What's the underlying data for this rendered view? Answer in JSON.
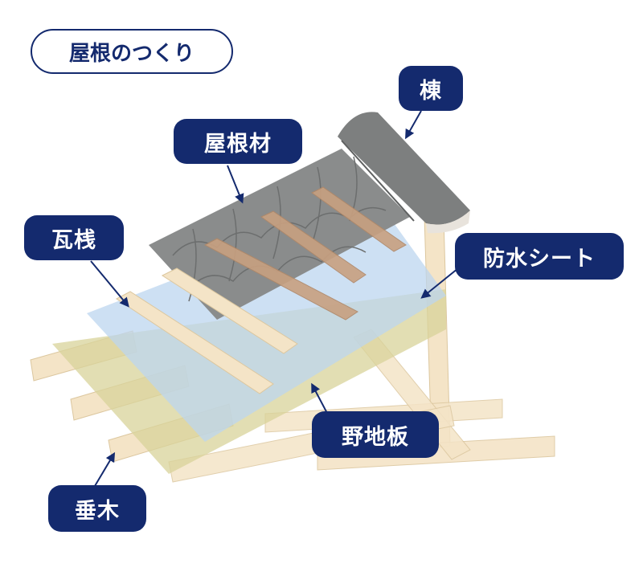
{
  "title": "屋根のつくり",
  "labels": {
    "mune": "棟",
    "yanezai": "屋根材",
    "kawarazan": "瓦桟",
    "bousui": "防水シート",
    "nojiita": "野地板",
    "taruki": "垂木"
  },
  "colors": {
    "label_bg": "#142a6e",
    "wood": "#f4e4c7",
    "wood_edge": "#dcc79f",
    "roofing": "#8a8c8c",
    "sheet": "#bcd6ef",
    "board": "#d8d39a"
  }
}
